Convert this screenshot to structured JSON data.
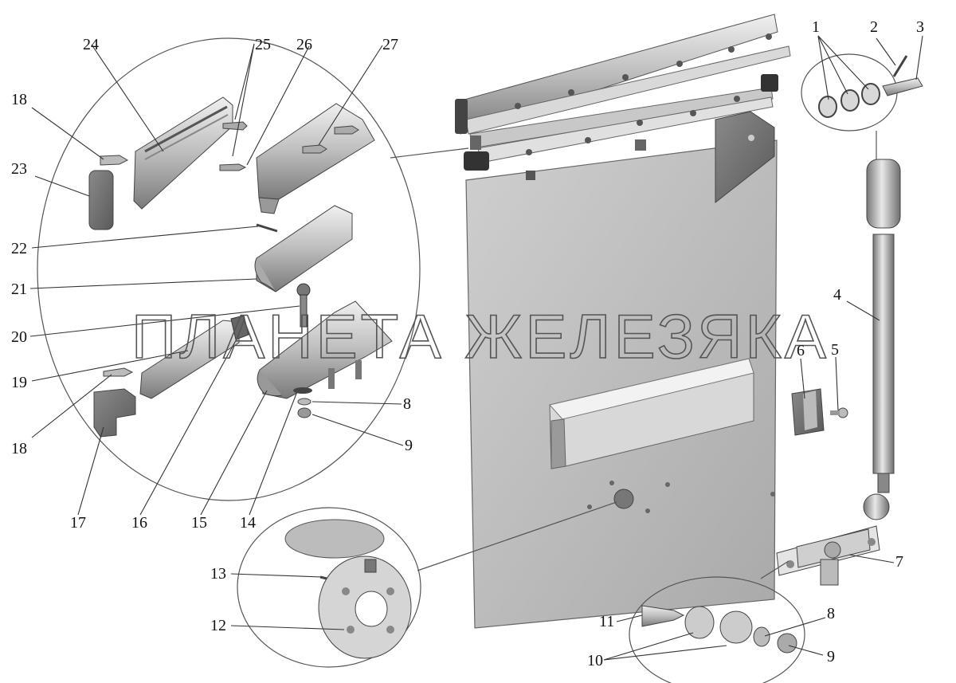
{
  "watermark": "ПЛАНЕТА ЖЕЛЕЗЯКА",
  "callouts": [
    "1",
    "2",
    "3",
    "4",
    "5",
    "6",
    "7",
    "8",
    "8",
    "9",
    "9",
    "10",
    "11",
    "12",
    "13",
    "14",
    "15",
    "16",
    "17",
    "18",
    "18",
    "19",
    "20",
    "21",
    "22",
    "23",
    "24",
    "25",
    "26",
    "27"
  ]
}
